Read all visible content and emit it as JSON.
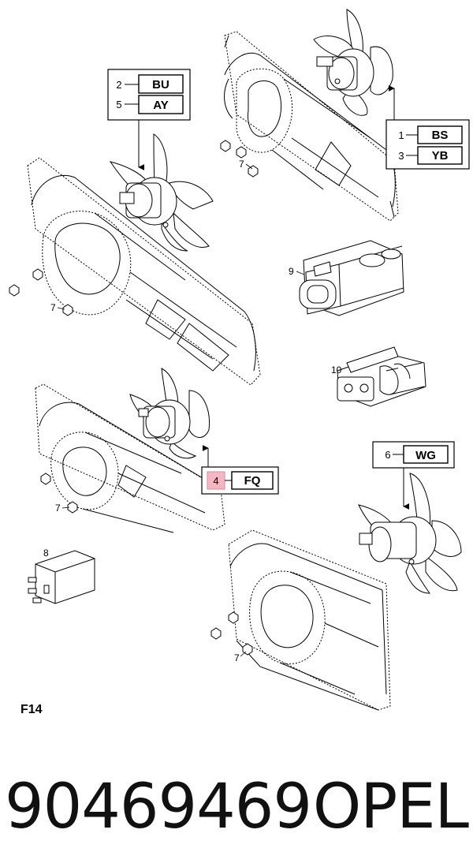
{
  "figure_label": "F14",
  "part_number": "90469469",
  "brand": "OPEL",
  "highlight_color": "#f4b6c2",
  "callout_boxes": [
    {
      "id": "box-top-left",
      "rows": [
        {
          "index": "2",
          "code": "BU"
        },
        {
          "index": "5",
          "code": "AY"
        }
      ]
    },
    {
      "id": "box-top-right",
      "rows": [
        {
          "index": "1",
          "code": "BS"
        },
        {
          "index": "3",
          "code": "YB"
        }
      ]
    },
    {
      "id": "box-middle",
      "rows": [
        {
          "index": "4",
          "code": "FQ",
          "highlighted": true
        }
      ]
    },
    {
      "id": "box-right",
      "rows": [
        {
          "index": "6",
          "code": "WG"
        }
      ]
    }
  ],
  "part_callouts": [
    "7",
    "7",
    "7",
    "7",
    "8",
    "9",
    "10"
  ]
}
